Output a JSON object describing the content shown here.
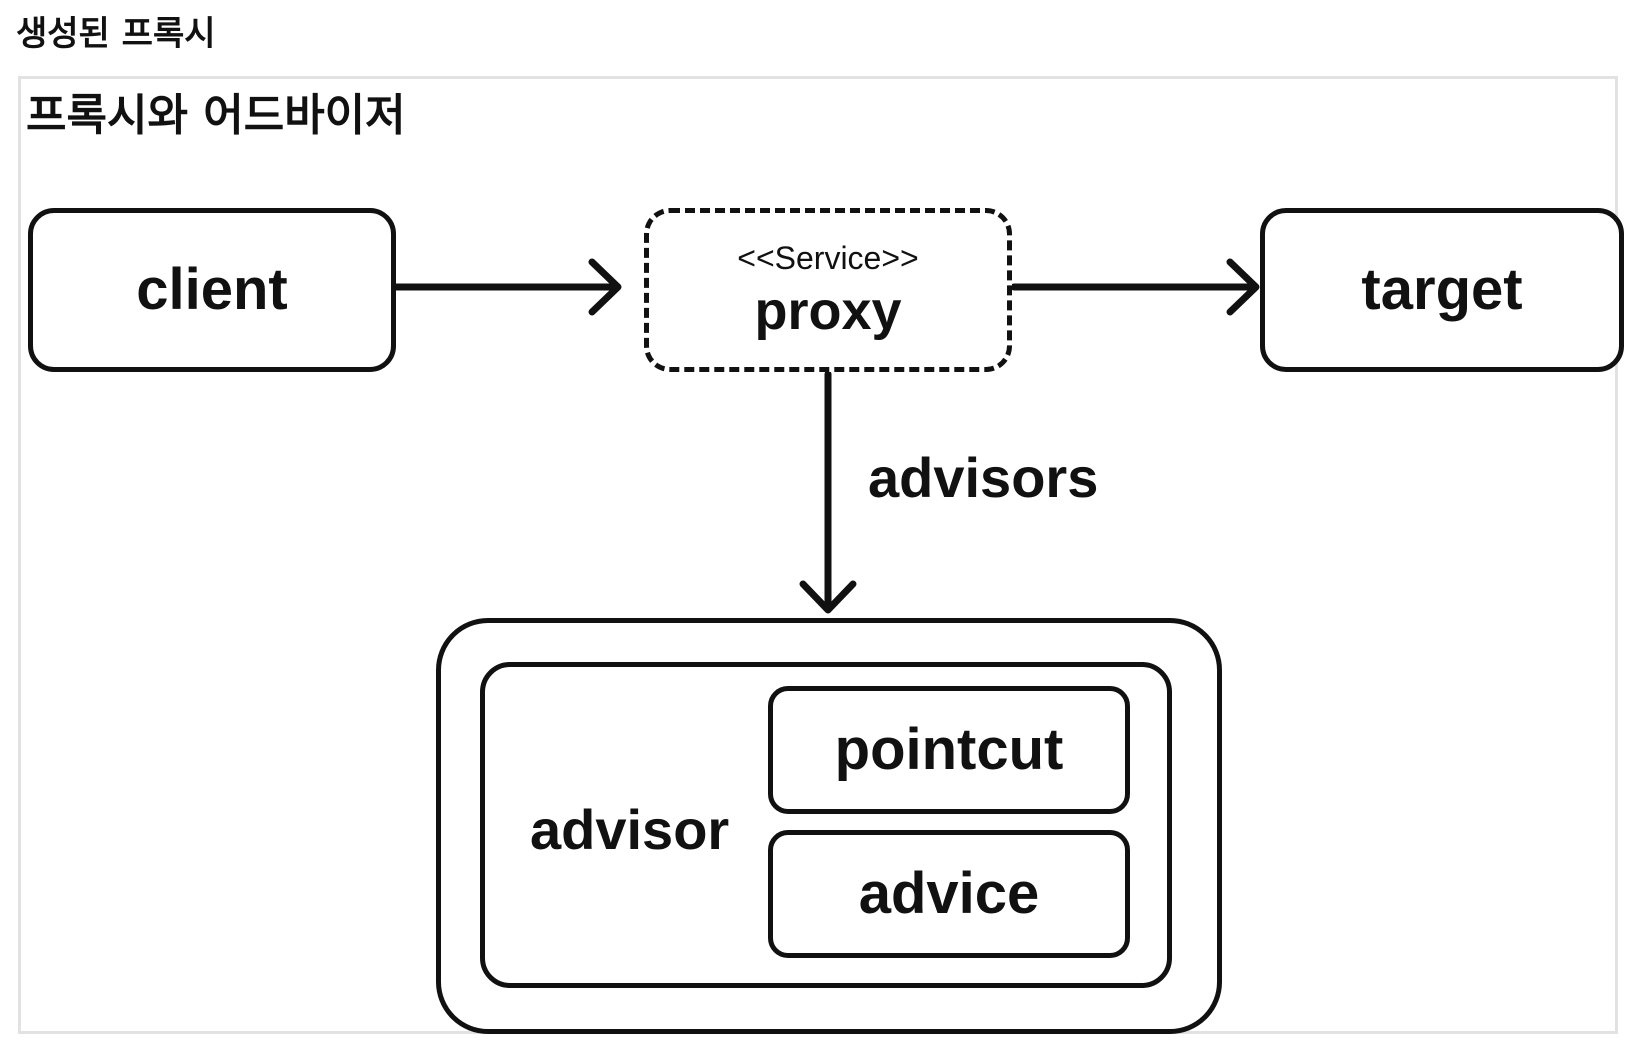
{
  "heading": "생성된 프록시",
  "diagram": {
    "title": "프록시와 어드바이저",
    "nodes": {
      "client": "client",
      "proxy_stereotype": "<<Service>>",
      "proxy": "proxy",
      "target": "target",
      "advisor": "advisor",
      "pointcut": "pointcut",
      "advice": "advice"
    },
    "edges": {
      "proxy_to_advisors": "advisors"
    }
  }
}
